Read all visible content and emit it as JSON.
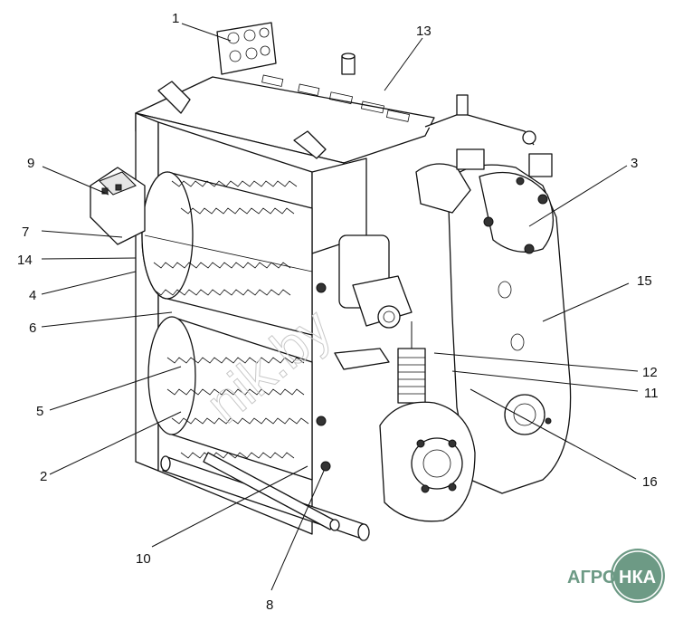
{
  "callouts": [
    {
      "label": "1"
    },
    {
      "label": "13"
    },
    {
      "label": "3"
    },
    {
      "label": "9"
    },
    {
      "label": "7"
    },
    {
      "label": "14"
    },
    {
      "label": "4"
    },
    {
      "label": "6"
    },
    {
      "label": "5"
    },
    {
      "label": "2"
    },
    {
      "label": "10"
    },
    {
      "label": "8"
    },
    {
      "label": "15"
    },
    {
      "label": "12"
    },
    {
      "label": "11"
    },
    {
      "label": "16"
    }
  ],
  "logo": {
    "text_left": "АГРО",
    "text_right": "НКА",
    "color": "#6d9a85"
  },
  "watermark": {
    "text": "nik.by"
  }
}
